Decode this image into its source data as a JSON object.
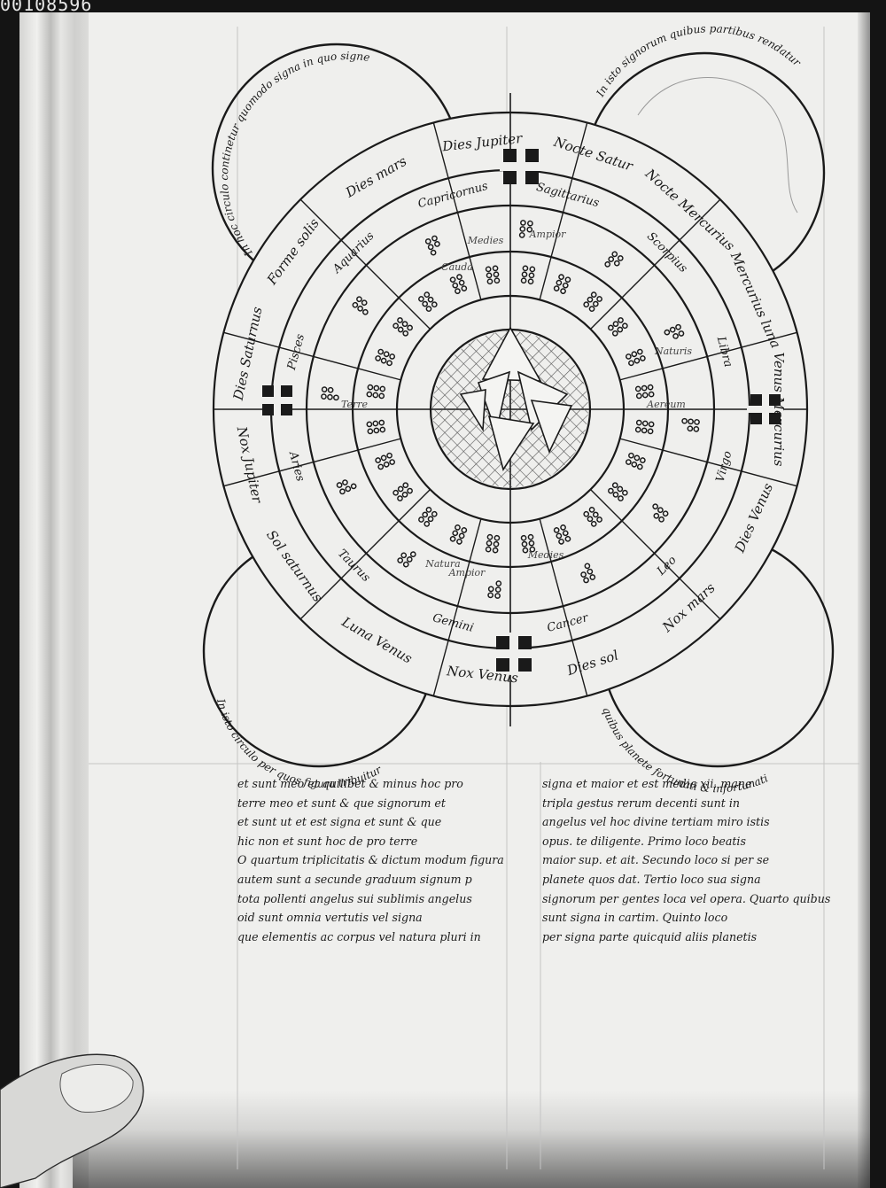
{
  "scan": {
    "frame_id": "00108596"
  },
  "diagram": {
    "outer_lobes": {
      "top_left": "In hoc circulo continetur quomodo signa in quo signe",
      "top_right": "In isto signorum quibus partibus rendatur",
      "bottom_left": "In isto circulo per quos figura tribuitur",
      "bottom_right": "quibus planete fortunati & infortunati"
    },
    "outer_ring": [
      "Dies mars",
      "Dies Jupiter",
      "Nocte Satur",
      "Nocte Mercurius",
      "Mercurius luna",
      "Venus Mercurius",
      "Dies Venus",
      "Nox mars",
      "Dies sol",
      "Nox Venus",
      "Luna Venus",
      "Sol saturnus",
      "Nox Jupiter",
      "Dies Saturnus",
      "Forme solis"
    ],
    "sign_ring": [
      "Capricornus",
      "Sagittarius",
      "Scorpius",
      "Libra",
      "Virgo",
      "Leo",
      "Cancer",
      "Gemini",
      "Taurus",
      "Aries",
      "Pisces",
      "Aquarius"
    ],
    "inner_labels": [
      "Medies",
      "Ampior",
      "Cauda",
      "Natura",
      "Medies",
      "Ampior",
      "Aereum",
      "Naturis",
      "Terre"
    ]
  },
  "text": {
    "left_column": [
      "et sunt meo et quilibet & minus hoc pro",
      "terre meo et sunt & que signorum et",
      "et sunt ut et est signa et sunt & que",
      "hic non et sunt hoc de pro terre",
      "O quartum triplicitatis & dictum modum figura",
      "autem sunt a secunde graduum signum p",
      "tota pollenti angelus sui sublimis angelus",
      "oid sunt omnia vertutis vel signa",
      "que elementis ac corpus vel natura pluri in"
    ],
    "right_column": [
      "signa et maior et est media xii. mane",
      "tripla gestus rerum decenti sunt in",
      "angelus vel hoc divine tertiam miro istis",
      "opus. te diligente. Primo loco beatis",
      "maior sup. et ait. Secundo loco si per se",
      "planete quos dat. Tertio loco sua signa",
      "signorum per gentes loca vel opera. Quarto quibus",
      "sunt signa in cartim. Quinto loco",
      "per signa parte quicquid aliis planetis"
    ]
  }
}
